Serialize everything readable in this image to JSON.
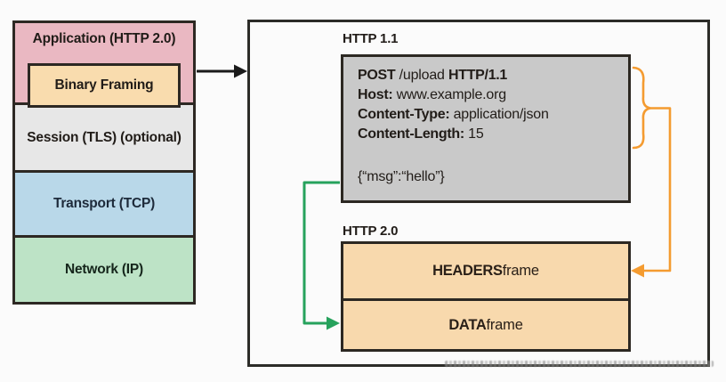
{
  "stack": {
    "application_label": "Application (HTTP 2.0)",
    "binary_framing_label": "Binary Framing",
    "session_label": "Session (TLS) (optional)",
    "transport_label": "Transport (TCP)",
    "network_label": "Network (IP)"
  },
  "panel": {
    "http11_label": "HTTP 1.1",
    "http20_label": "HTTP 2.0",
    "request": {
      "line1": {
        "method": "POST",
        "path": " /upload ",
        "version": "HTTP/1.1"
      },
      "line2": {
        "label": "Host:",
        "value": " www.example.org"
      },
      "line3": {
        "label": "Content-Type:",
        "value": " application/json"
      },
      "line4": {
        "label": "Content-Length:",
        "value": " 15"
      },
      "body": "{“msg”:“hello”}"
    },
    "frames": {
      "headers": {
        "name": "HEADERS",
        "suffix": " frame"
      },
      "data": {
        "name": "DATA",
        "suffix": " frame"
      }
    }
  },
  "colors": {
    "application_fill": "#eab8c2",
    "binary_framing_fill": "#f9dcae",
    "session_fill": "#e7e7e7",
    "transport_fill": "#b9d8e9",
    "network_fill": "#bde3c6",
    "request_box_fill": "#c9c9c9",
    "frame_box_fill": "#f8d9ad",
    "orange_connector": "#f49b30",
    "green_connector": "#26a25c",
    "black_connector": "#1a1a1a",
    "border": "#2d2823"
  }
}
